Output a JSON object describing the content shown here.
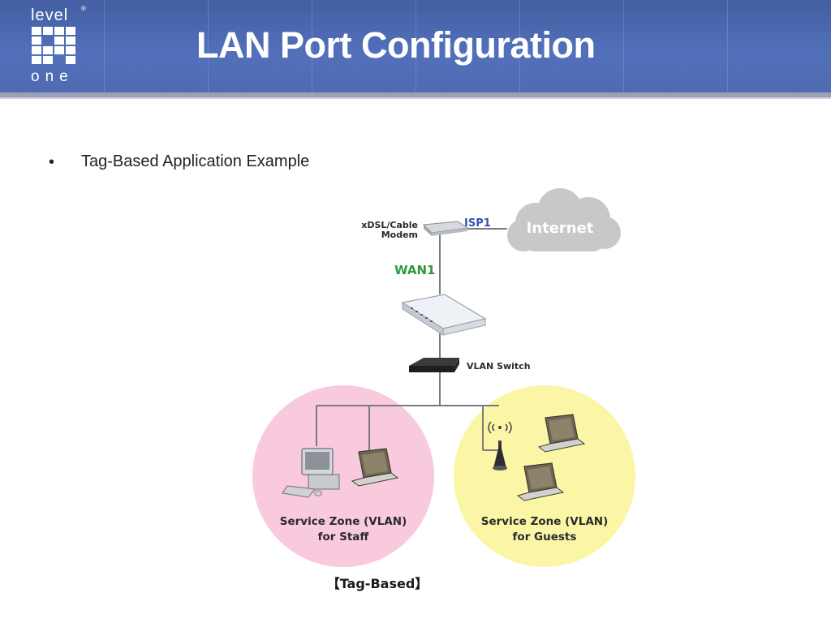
{
  "slide": {
    "title": "LAN Port Configuration",
    "bullet": "Tag-Based Application Example"
  },
  "logo": {
    "top_word": "level",
    "bottom_word": "one",
    "mark": "®"
  },
  "diagram": {
    "modem_label_line1": "xDSL/Cable",
    "modem_label_line2": "Modem",
    "isp_label": "ISP1",
    "internet_label": "Internet",
    "wan_label": "WAN1",
    "switch_label": "VLAN Switch",
    "staff_zone_line1": "Service Zone (VLAN)",
    "staff_zone_line2": "for Staff",
    "guest_zone_line1": "Service Zone (VLAN)",
    "guest_zone_line2": "for Guests",
    "caption": "【Tag-Based】"
  },
  "colors": {
    "header_blue": "#4d6cb8",
    "staff_zone": "#f9c9dd",
    "guest_zone": "#fbf6a6",
    "wan_label": "#2e9a3c",
    "isp_label": "#3a4fb0",
    "cloud": "#c8c8c8"
  },
  "icons": [
    "logo-icon",
    "cable-modem-icon",
    "internet-cloud-icon",
    "router-icon",
    "vlan-switch-icon",
    "desktop-computer-icon",
    "laptop-icon",
    "wireless-access-point-icon"
  ]
}
